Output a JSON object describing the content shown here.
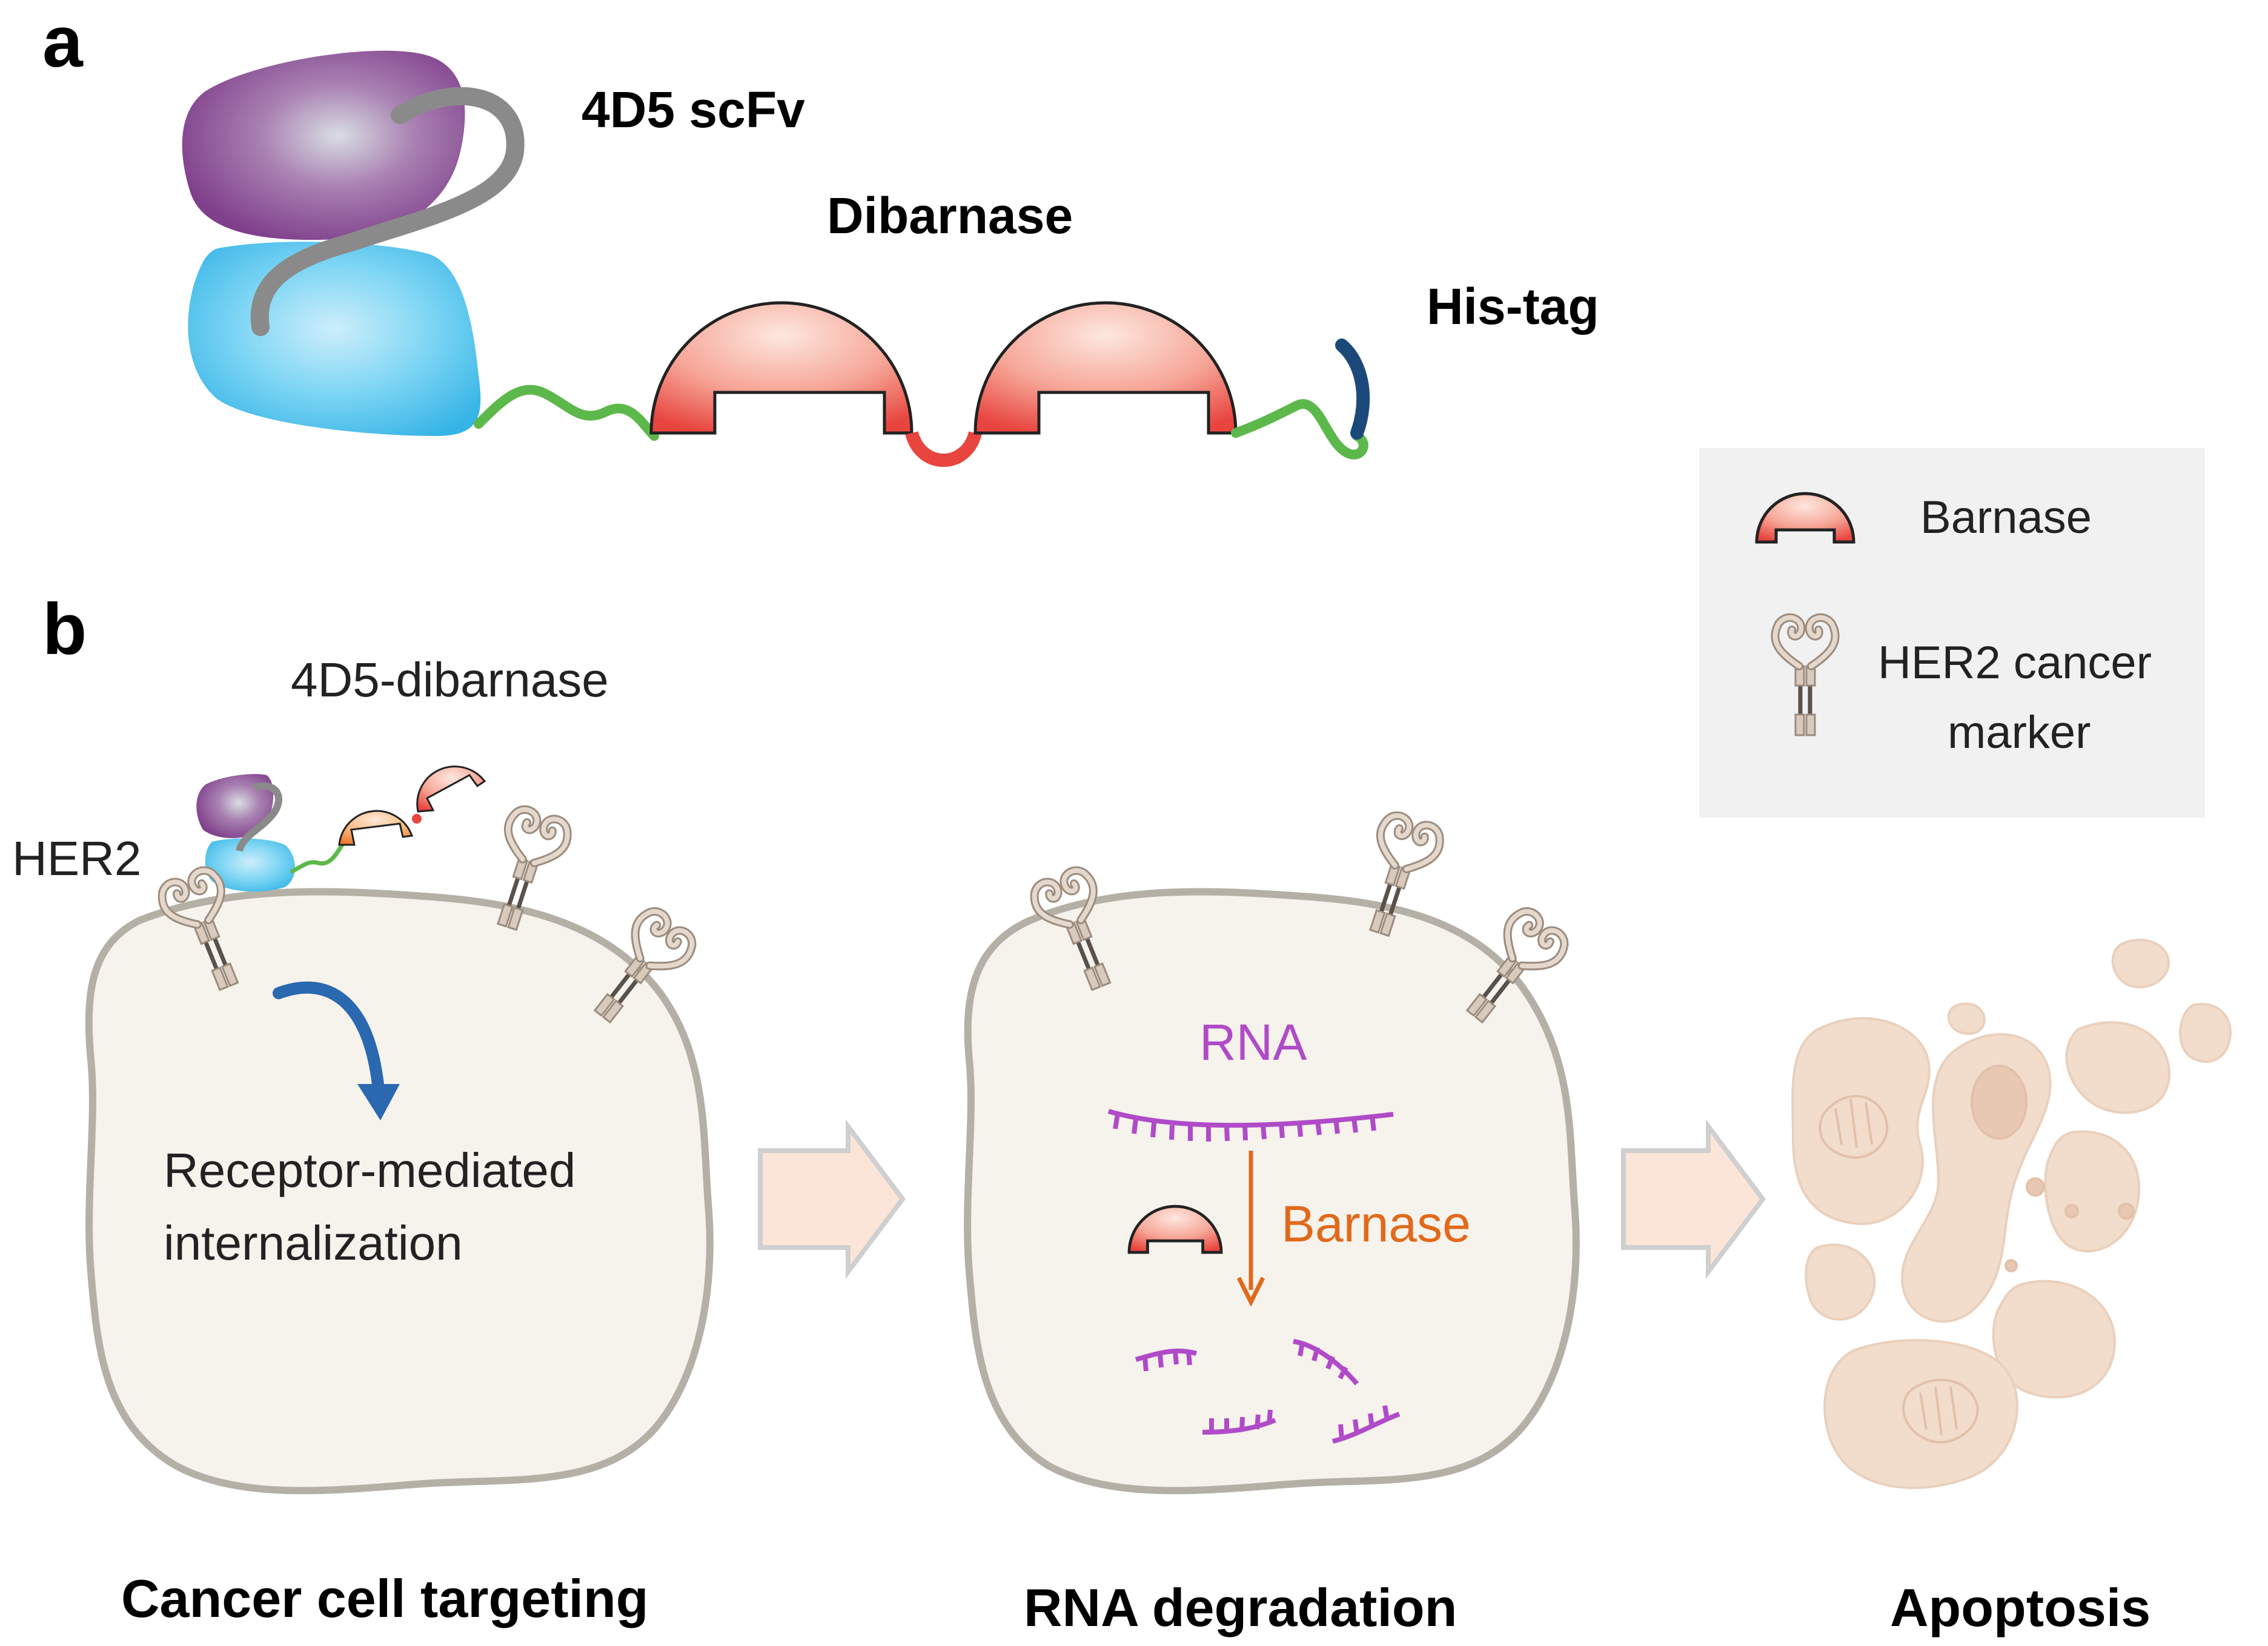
{
  "panel_a": {
    "letter": "a",
    "label_scfv": "4D5 scFv",
    "label_dibarnase": "Dibarnase",
    "label_histag": "His-tag"
  },
  "panel_b": {
    "letter": "b",
    "label_construct": "4D5-dibarnase",
    "label_her2": "HER2",
    "label_internalization_1": "Receptor-mediated",
    "label_internalization_2": "internalization",
    "label_rna": "RNA",
    "label_barnase": "Barnase",
    "caption_1": "Cancer cell targeting",
    "caption_2": "RNA degradation",
    "caption_3": "Apoptosis"
  },
  "legend": {
    "barnase": "Barnase",
    "her2_line1": "HER2 cancer",
    "her2_line2": "marker"
  },
  "colors": {
    "vh_purple": "#8e4f98",
    "vl_blue": "#4fc3ec",
    "linker_grey": "#8a8a8a",
    "linker_green": "#5cb84a",
    "barnase_red": "#e8453f",
    "histag_navy": "#1b4a7a",
    "cell_fill": "#f6f2ec",
    "cell_border": "#b4b0a6",
    "rna_purple": "#b04bc8",
    "barnase_text_orange": "#e06a1b",
    "arrow_fill": "#fbe5d8",
    "internalization_arrow": "#2a68b0",
    "apoptosis_fill": "#f2dccb"
  }
}
